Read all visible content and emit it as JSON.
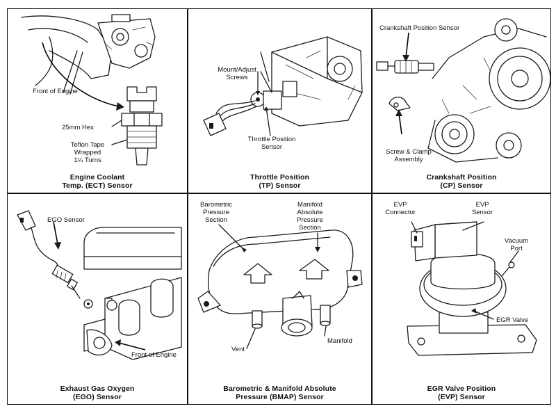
{
  "panels": [
    {
      "caption_line1": "Engine Coolant",
      "caption_line2": "Temp. (ECT) Sensor",
      "labels": {
        "front": "Front of Engine",
        "hex": "25mm Hex",
        "tape1": "Teflon Tape",
        "tape2": "Wrapped",
        "tape3": "1¼ Turns"
      }
    },
    {
      "caption_line1": "Throttle Position",
      "caption_line2": "(TP) Sensor",
      "labels": {
        "mount1": "Mount/Adjust",
        "mount2": "Screws",
        "tps1": "Throttle Position",
        "tps2": "Sensor"
      }
    },
    {
      "caption_line1": "Crankshaft Position",
      "caption_line2": "(CP) Sensor",
      "labels": {
        "cps": "Crankshaft Position Sensor",
        "clamp1": "Screw & Clamp",
        "clamp2": "Assembly"
      }
    },
    {
      "caption_line1": "Exhaust Gas Oxygen",
      "caption_line2": "(EGO) Sensor",
      "labels": {
        "ego": "EGO Sensor",
        "front": "Front of Engine"
      }
    },
    {
      "caption_line1": "Barometric & Manifold Absolute",
      "caption_line2": "Pressure (BMAP) Sensor",
      "labels": {
        "baro1": "Barometric",
        "baro2": "Pressure",
        "baro3": "Section",
        "map1": "Manifold",
        "map2": "Absolute",
        "map3": "Pressure",
        "map4": "Section",
        "vent": "Vent",
        "manifold": "Manifold"
      }
    },
    {
      "caption_line1": "EGR Valve Position",
      "caption_line2": "(EVP) Sensor",
      "labels": {
        "conn1": "EVP",
        "conn2": "Connector",
        "evp1": "EVP",
        "evp2": "Sensor",
        "vac1": "Vacuum",
        "vac2": "Port",
        "egr": "EGR Valve"
      }
    }
  ]
}
